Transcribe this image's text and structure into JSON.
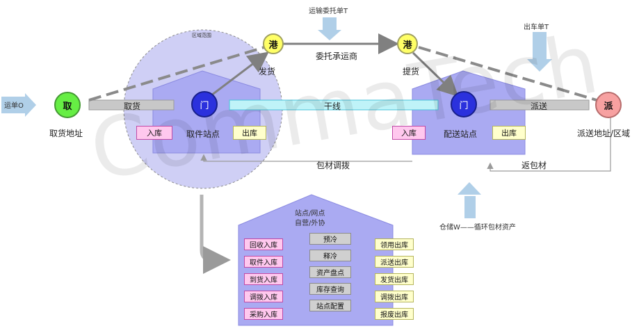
{
  "colors": {
    "circle_fill": "#cfcff5",
    "house_fill": "#aaaaf2",
    "house_stroke": "#8a8ae0",
    "trunk_fill": "#bff3f8",
    "trunk_stroke": "#49c2d9",
    "gray_bar": "#c8c8c8",
    "blue_arrow": "#b0cfe8",
    "pink_box": "#ffc8ee",
    "yellow_box": "#ffffcc"
  },
  "top": {
    "transport_order": "运输委托单T",
    "dispatch_order": "出车单T",
    "carrier": "委托承运商",
    "ship": "发货",
    "pickup_goods": "提货"
  },
  "left": {
    "waybill": "运单O",
    "pickup_node": "取",
    "pickup_bar": "取货",
    "pickup_address": "取货地址"
  },
  "circle": {
    "caption": "区域范围"
  },
  "ports": {
    "port_left": "港",
    "port_right": "港"
  },
  "pickup_station": {
    "gate": "门",
    "inbound": "入库",
    "label": "取件站点",
    "outbound": "出库"
  },
  "trunk": {
    "label": "干线"
  },
  "delivery_station": {
    "gate": "门",
    "inbound": "入库",
    "label": "配送站点",
    "outbound": "出库"
  },
  "right": {
    "deliver_bar": "派送",
    "deliver_node": "派",
    "deliver_address": "派送地址/区域"
  },
  "flows": {
    "material_transfer": "包材调拨",
    "return_material": "返包材",
    "warehouse": "仓储W——循环包材资产"
  },
  "station_detail": {
    "title_line1": "站点/网点",
    "title_line2": "自营/外协",
    "left_items": [
      "回收入库",
      "取件入库",
      "到货入库",
      "调拨入库",
      "采购入库"
    ],
    "center_items": [
      "预冷",
      "释冷",
      "资产盘点",
      "库存查询",
      "站点配置"
    ],
    "right_items": [
      "领用出库",
      "派送出库",
      "发货出库",
      "调拨出库",
      "报废出库"
    ]
  },
  "watermark": "CommaTech"
}
